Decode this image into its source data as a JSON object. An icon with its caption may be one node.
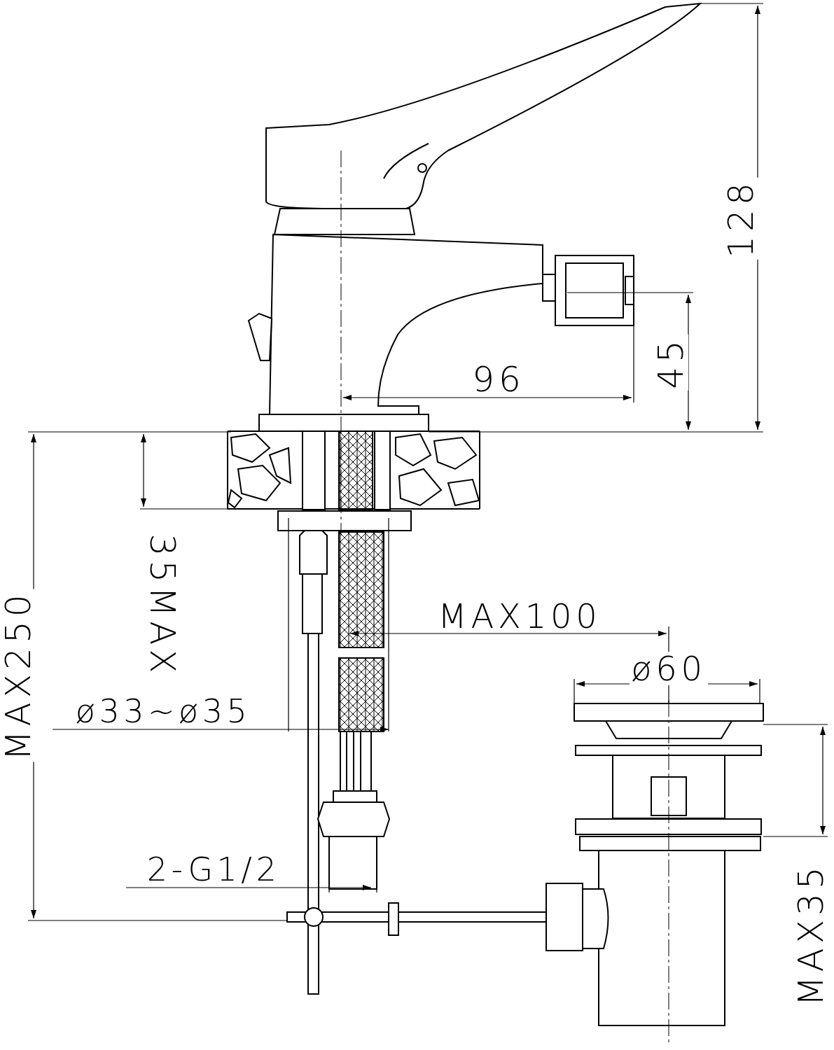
{
  "diagram": {
    "labels": [
      "128",
      "45",
      "96",
      "MAX250",
      "35MAX",
      "MAX100",
      "ø60",
      "ø33~ø35",
      "2-G1/2",
      "MAX35"
    ]
  }
}
